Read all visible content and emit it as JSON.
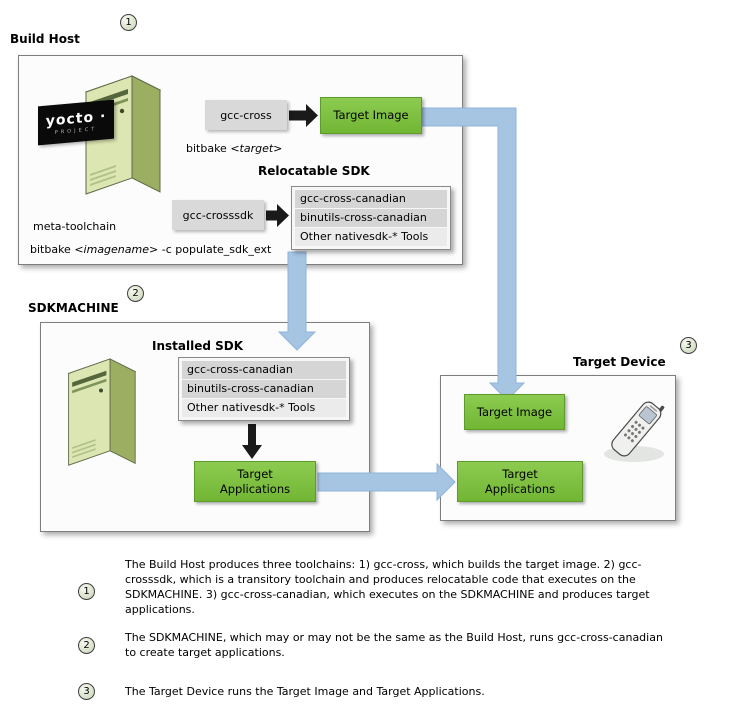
{
  "colors": {
    "green_box": "#7cc142",
    "gray_box": "#d9d9d9",
    "blue_arrow": "#a6c5e3"
  },
  "badges": {
    "build_host": "1",
    "sdkmachine": "2",
    "target_device": "3"
  },
  "build_host": {
    "title": "Build Host",
    "logo_line1": "yocto ·",
    "logo_line2": "PROJECT",
    "gcc_cross_label": "gcc-cross",
    "target_image_label": "Target Image",
    "bitbake_target_prefix": "bitbake ",
    "bitbake_target_arg": "<target>",
    "relocatable_sdk_title": "Relocatable SDK",
    "gcc_crosssdk_label": "gcc-crosssdk",
    "sdk_tools": [
      "gcc-cross-canadian",
      "binutils-cross-canadian",
      "Other nativesdk-* Tools"
    ],
    "meta_toolchain_label": "meta-toolchain",
    "bitbake_image_prefix": "bitbake ",
    "bitbake_image_arg": "<imagename>",
    "bitbake_image_suffix": " -c populate_sdk_ext"
  },
  "sdkmachine": {
    "title": "SDKMACHINE",
    "installed_sdk_title": "Installed SDK",
    "sdk_tools": [
      "gcc-cross-canadian",
      "binutils-cross-canadian",
      "Other nativesdk-* Tools"
    ],
    "target_applications_label": "Target Applications"
  },
  "target_device": {
    "title": "Target Device",
    "target_image_label": "Target Image",
    "target_applications_label": "Target Applications"
  },
  "notes": [
    {
      "badge": "1",
      "text": "The Build Host produces three toolchains: 1)  gcc-cross, which builds the target image.  2) gcc-crosssdk, which is a transitory toolchain and produces relocatable code that executes on the SDKMACHINE. 3) gcc-cross-canadian, which executes on the SDKMACHINE and produces target applications."
    },
    {
      "badge": "2",
      "text": "The SDKMACHINE, which may or may not be the same as the Build Host, runs gcc-cross-canadian to create target applications."
    },
    {
      "badge": "3",
      "text": "The Target Device runs the Target Image and Target Applications."
    }
  ]
}
